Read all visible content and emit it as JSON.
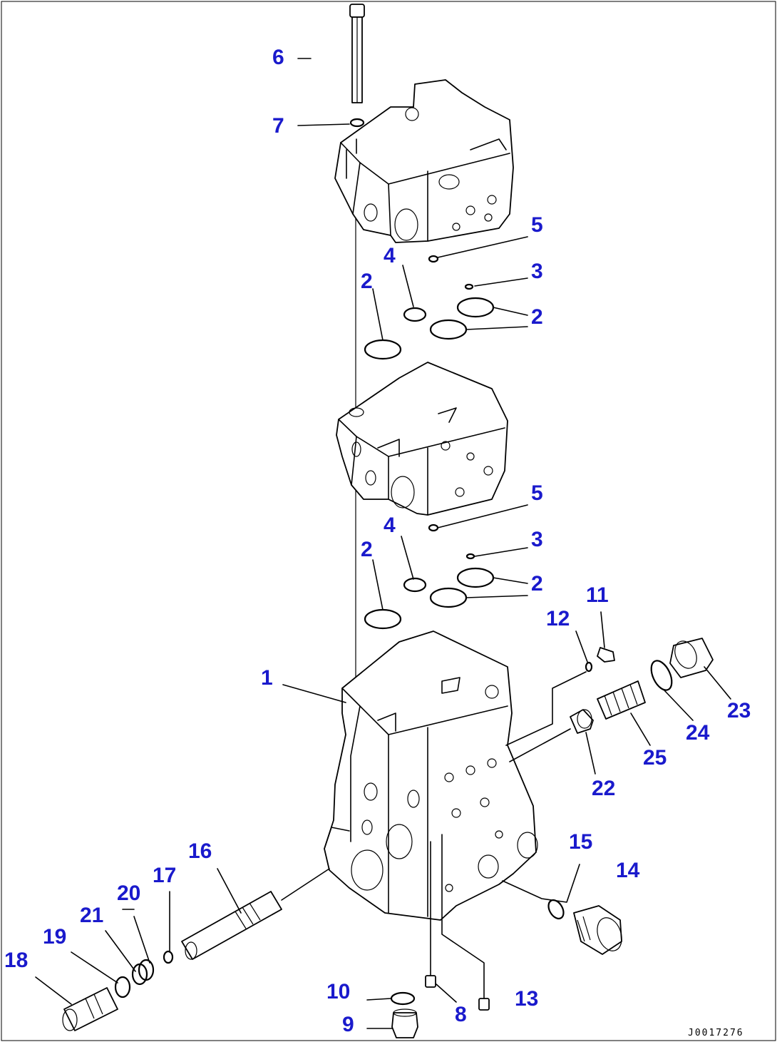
{
  "callouts": {
    "c1": "1",
    "c2a": "2",
    "c2b": "2",
    "c2c": "2",
    "c2d": "2",
    "c3a": "3",
    "c3b": "3",
    "c4a": "4",
    "c4b": "4",
    "c5a": "5",
    "c5b": "5",
    "c6": "6",
    "c7": "7",
    "c8": "8",
    "c9": "9",
    "c10": "10",
    "c11": "11",
    "c12": "12",
    "c13": "13",
    "c14": "14",
    "c15": "15",
    "c16": "16",
    "c17": "17",
    "c18": "18",
    "c19": "19",
    "c20": "20",
    "c21": "21",
    "c22": "22",
    "c23": "23",
    "c24": "24",
    "c25": "25"
  },
  "drawing_code": "J0017276",
  "colors": {
    "callout": "#1a1acc",
    "line": "#000000",
    "background": "#ffffff"
  }
}
